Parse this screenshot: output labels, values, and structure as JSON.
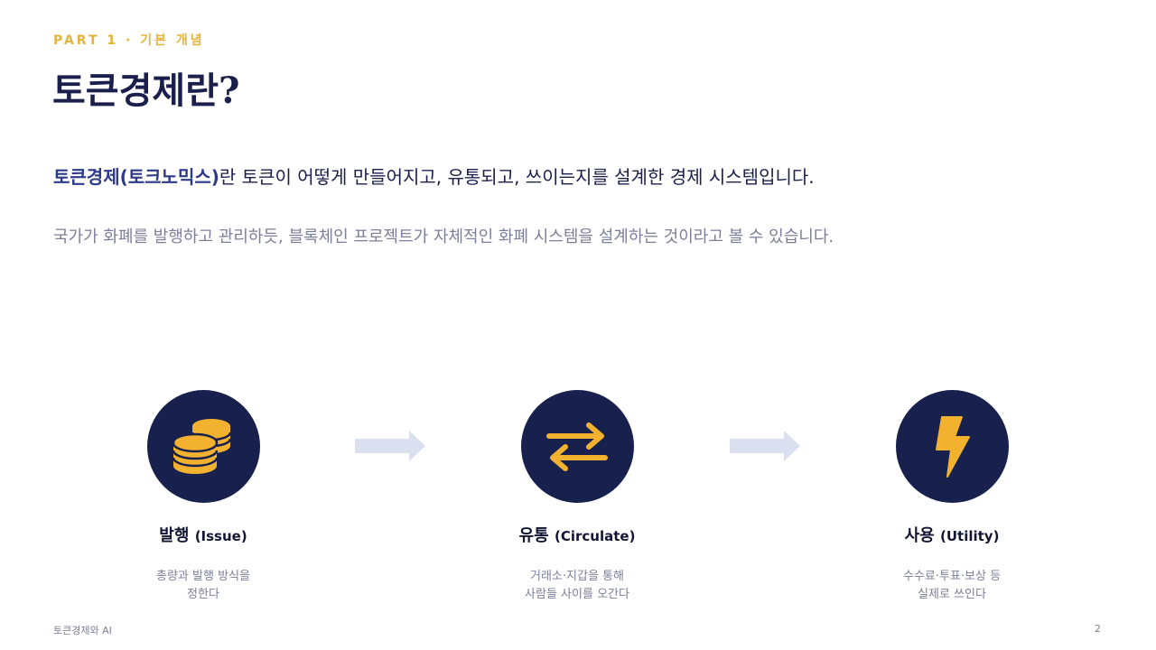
{
  "header": {
    "kicker": "PART 1 · 기본 개념",
    "title": "토큰경제란?"
  },
  "intro": {
    "highlight": "토큰경제(토크노믹스)",
    "rest": "란 토큰이 어떻게 만들어지고, 유통되고, 쓰이는지를 설계한 경제 시스템입니다.",
    "sub": "국가가 화폐를 발행하고 관리하듯, 블록체인 프로젝트가 자체적인 화폐 시스템을 설계하는 것이라고 볼 수 있습니다."
  },
  "steps": [
    {
      "icon": "coins-icon",
      "title_ko": "발행",
      "title_en": "(Issue)",
      "desc_line1": "총량과 발행 방식을",
      "desc_line2": "정한다"
    },
    {
      "icon": "exchange-arrows-icon",
      "title_ko": "유통",
      "title_en": "(Circulate)",
      "desc_line1": "거래소·지갑을 통해",
      "desc_line2": "사람들 사이를 오간다"
    },
    {
      "icon": "lightning-bolt-icon",
      "title_ko": "사용",
      "title_en": "(Utility)",
      "desc_line1": "수수료·투표·보상 등",
      "desc_line2": "실제로 쓰인다"
    }
  ],
  "footer": {
    "left": "토큰경제와 AI",
    "page": "2"
  },
  "colors": {
    "navy": "#18204e",
    "gold": "#f2b230",
    "arrow": "#dbe0f1",
    "muted": "#7b7f99"
  }
}
